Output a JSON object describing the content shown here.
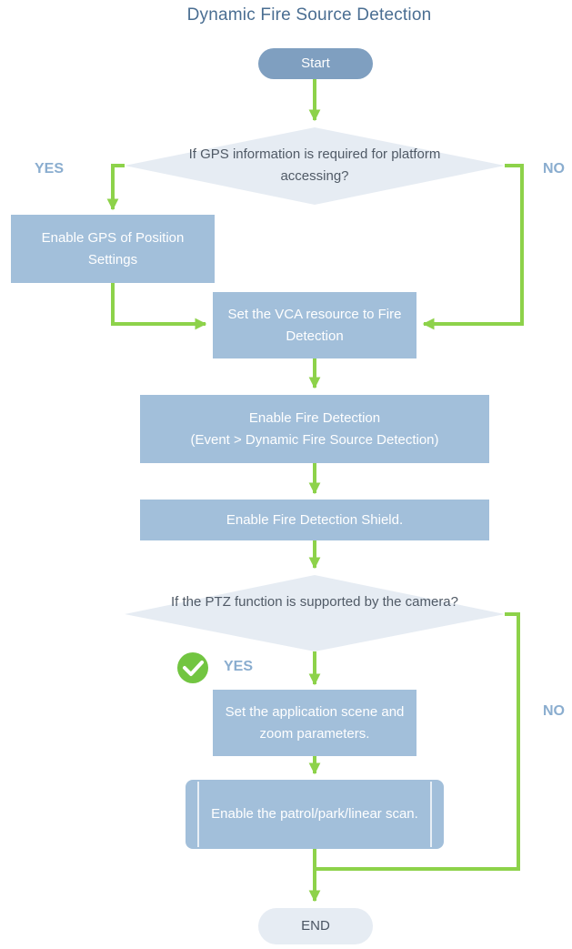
{
  "title": "Dynamic Fire Source Detection",
  "nodes": {
    "start": "Start",
    "decision_gps": "If GPS information is required for platform accessing?",
    "enable_gps": "Enable GPS of Position Settings",
    "set_vca": "Set the VCA resource to Fire Detection",
    "enable_fire_line1": "Enable Fire Detection",
    "enable_fire_line2": "(Event > Dynamic Fire Source Detection)",
    "enable_shield": "Enable Fire Detection Shield.",
    "decision_ptz": "If the PTZ function is supported by the camera?",
    "set_scene": "Set the application scene and zoom parameters.",
    "enable_scan": "Enable the patrol/park/linear scan.",
    "end": "END"
  },
  "labels": {
    "yes_1": "YES",
    "no_1": "NO",
    "yes_2": "YES",
    "no_2": "NO"
  },
  "colors": {
    "arrow": "#8dd24a",
    "box": "#a2bfda",
    "start_pill": "#7f9fc0",
    "end_pill": "#e6ecf3",
    "decision": "#e6ecf3",
    "title": "#4a6e92",
    "yes_no": "#8aadcf"
  }
}
